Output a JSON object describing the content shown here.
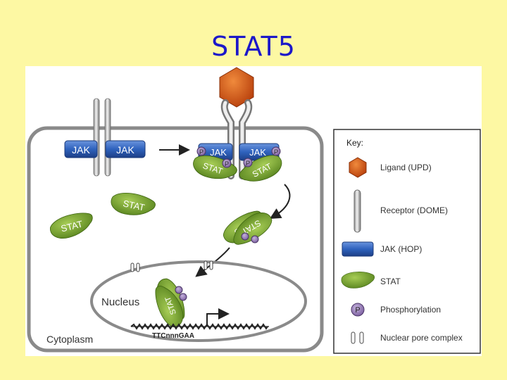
{
  "title": "STAT5",
  "diagram": {
    "jak_label": "JAK",
    "stat_label": "STAT",
    "p_label": "P",
    "nucleus_label": "Nucleus",
    "cytoplasm_label": "Cytoplasm",
    "dna_sequence": "TTCnnnGAA"
  },
  "key": {
    "title": "Key:",
    "items": [
      {
        "icon": "ligand-hexagon",
        "label": "Ligand (UPD)"
      },
      {
        "icon": "receptor-rod",
        "label": "Receptor (DOME)"
      },
      {
        "icon": "jak-box",
        "label": "JAK (HOP)"
      },
      {
        "icon": "stat-blob",
        "label": "STAT"
      },
      {
        "icon": "phosphate-circle",
        "label": "Phosphorylation"
      },
      {
        "icon": "nuclear-pore",
        "label": "Nuclear pore complex"
      }
    ]
  },
  "colors": {
    "background": "#fdf8a3",
    "title": "#1c18c9",
    "jak_blue": "#2f62bd",
    "stat_green": "#6c9c26",
    "ligand_orange": "#d8541a",
    "phosphate_purple": "#8d73ac",
    "cell_border": "#8a8a8a"
  }
}
